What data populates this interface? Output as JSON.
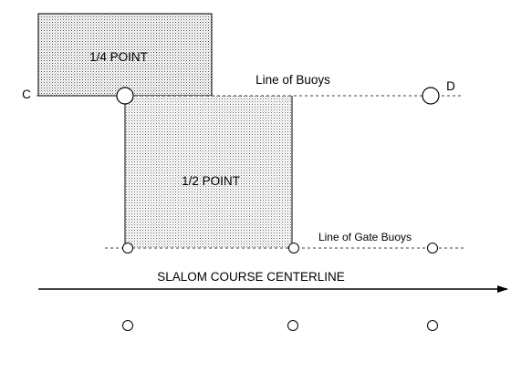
{
  "diagram": {
    "quarter_point_label": "1/4 POINT",
    "half_point_label": "1/2 POINT",
    "line_of_buoys_label": "Line of Buoys",
    "line_of_gate_buoys_label": "Line of Gate Buoys",
    "centerline_label": "SLALOM COURSE CENTERLINE",
    "point_c_label": "C",
    "point_d_label": "D"
  },
  "colors": {
    "stroke": "#000000",
    "fill_pattern_dot": "#555555",
    "background": "#ffffff"
  }
}
